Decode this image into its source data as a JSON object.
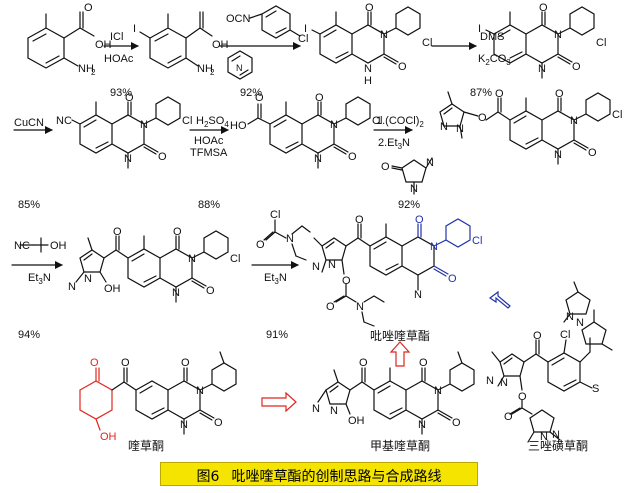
{
  "figure": {
    "number_label": "图6",
    "title": "吡唑喹草酯的创制思路与合成路线"
  },
  "colors": {
    "bond": "#111111",
    "highlight_red": "#e0261f",
    "highlight_blue": "#2233aa",
    "caption_bg": "#f4e400"
  },
  "atoms": {
    "OH": "OH",
    "NH2": "NH",
    "sub2": "2",
    "I": "I",
    "O": "O",
    "N": "N",
    "H": "H",
    "Cl": "Cl",
    "OCN": "OCN",
    "NC": "NC",
    "HO": "HO",
    "S": "S"
  },
  "reagents": {
    "step1_top": "ICl",
    "step1_bottom": "HOAc",
    "step3_top": "DMS",
    "step3_bottom_a": "K",
    "step3_bottom_sub1": "2",
    "step3_bottom_b": "CO",
    "step3_bottom_sub2": "3",
    "step4": "CuCN",
    "step5_top_a": "H",
    "step5_top_sub1": "2",
    "step5_top_b": "SO",
    "step5_top_sub2": "4",
    "step5_mid": "HOAc",
    "step5_bottom": "TFMSA",
    "step6_top_a": "1.(COCl)",
    "step6_top_sub": "2",
    "step6_bottom_a": "2.Et",
    "step6_bottom_sub": "3",
    "step6_bottom_b": "N",
    "step7_bottom_a": "Et",
    "step7_bottom_sub": "3",
    "step7_bottom_b": "N",
    "step8_bottom_a": "Et",
    "step8_bottom_sub": "3",
    "step8_bottom_b": "N"
  },
  "yields": {
    "y1": "93%",
    "y2": "92%",
    "y3": "87%",
    "y4": "85%",
    "y5": "88%",
    "y6": "92%",
    "y7": "94%",
    "y8": "91%"
  },
  "compound_names": {
    "product": "吡唑喹草酯",
    "quinotrione": "喹草酮",
    "methyl_quinotrione": "甲基喹草酮",
    "tripyrasulfone": "三唑磺草酮"
  }
}
